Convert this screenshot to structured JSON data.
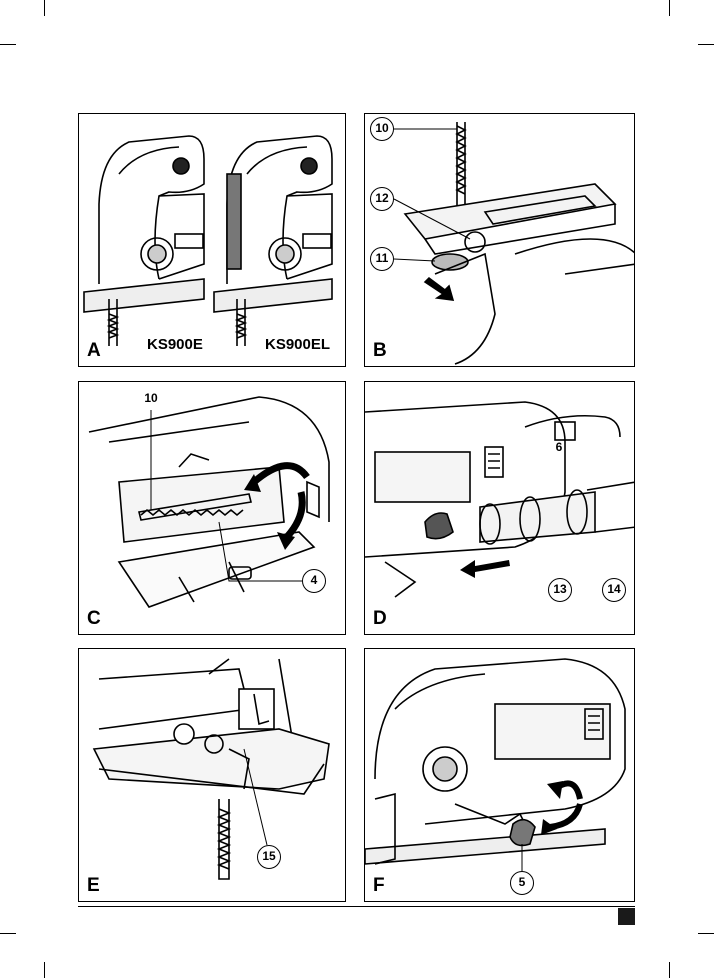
{
  "panels": {
    "a": {
      "label": "A",
      "model_left": "KS900E",
      "model_right": "KS900EL"
    },
    "b": {
      "label": "B",
      "callouts": [
        "10",
        "12",
        "11"
      ]
    },
    "c": {
      "label": "C",
      "callouts": [
        "10",
        "4"
      ]
    },
    "d": {
      "label": "D",
      "callouts": [
        "6",
        "13",
        "14"
      ]
    },
    "e": {
      "label": "E",
      "callouts": [
        "15"
      ]
    },
    "f": {
      "label": "F",
      "callouts": [
        "5"
      ]
    }
  },
  "colors": {
    "line": "#000000",
    "page_tab": "#1a1a1a",
    "shade": "#d9d9d9"
  }
}
